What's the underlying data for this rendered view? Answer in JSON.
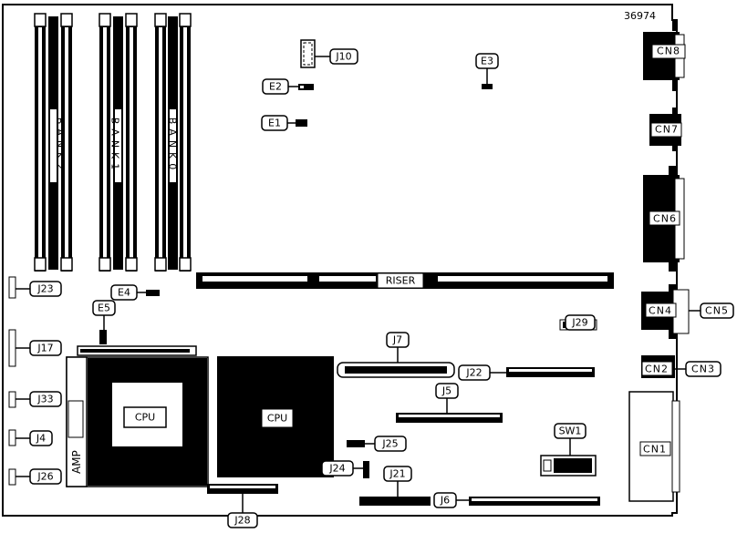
{
  "figure_number": "36974",
  "banks": [
    "BANK2",
    "BANK1",
    "BANK0"
  ],
  "riser_label": "RISER",
  "cpu_labels": [
    "CPU",
    "CPU"
  ],
  "amp_label": "AMP",
  "connectors": {
    "CN8": "CN8",
    "CN7": "CN7",
    "CN6": "CN6",
    "CN5": "CN5",
    "CN4": "CN4",
    "CN3": "CN3",
    "CN2": "CN2",
    "CN1": "CN1"
  },
  "jumpers": {
    "J10": "J10",
    "E3": "E3",
    "E2": "E2",
    "E1": "E1",
    "E4": "E4",
    "E5": "E5",
    "J23": "J23",
    "J17": "J17",
    "J33": "J33",
    "J4": "J4",
    "J26": "J26",
    "J29": "J29",
    "J7": "J7",
    "J22": "J22",
    "J5": "J5",
    "SW1": "SW1",
    "J25": "J25",
    "J24": "J24",
    "J21": "J21",
    "J6": "J6",
    "J28": "J28"
  }
}
